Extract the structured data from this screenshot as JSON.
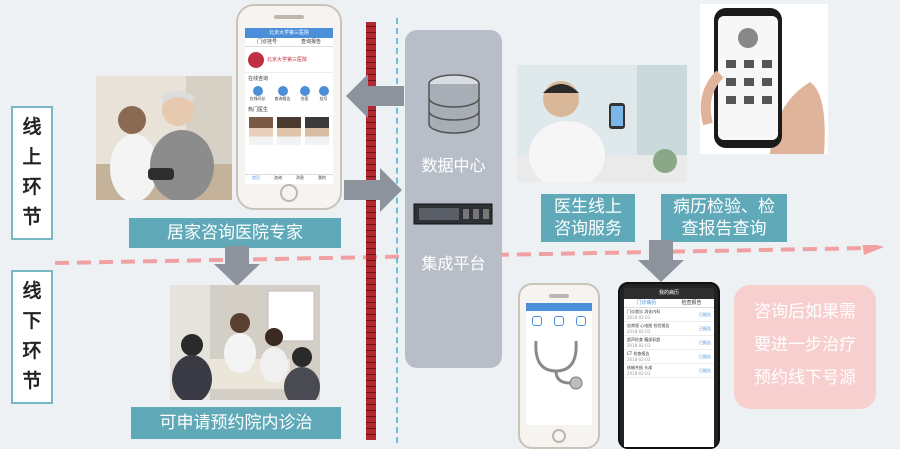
{
  "sections": {
    "online": [
      "线",
      "上",
      "环",
      "节"
    ],
    "offline": [
      "线",
      "下",
      "环",
      "节"
    ]
  },
  "labels": {
    "home_consult": "居家咨询医院专家",
    "apply_appointment": "可申请预约院内诊治",
    "doctor_online": [
      "医生线上",
      "咨询服务"
    ],
    "records": [
      "病历检验、检",
      "查报告查询"
    ],
    "followup": [
      "咨询后如果需",
      "要进一步治疗",
      "预约线下号源"
    ]
  },
  "platform": {
    "data_center": "数据中心",
    "integration": "集成平台"
  },
  "phone_app": {
    "header": "北京大学第三医院",
    "tabs": [
      "门诊挂号",
      "查询报告"
    ],
    "hospital_name": "北京大学第三医院",
    "section_online": "在线咨询",
    "icons": [
      "在线问诊",
      "查询报告",
      "名医",
      "挂号"
    ],
    "section_doctors": "热门医生",
    "nav": [
      "首页",
      "咨询",
      "消息",
      "我的"
    ]
  },
  "records_app": {
    "header": "我的病历",
    "tabs": [
      "门诊病历",
      "检查报告"
    ],
    "rows": [
      {
        "title": "门诊就诊 消化内科",
        "date": "2018-02-03",
        "action": "已报告"
      },
      {
        "title": "血常规 心电图 检验报告",
        "date": "2018-02-03",
        "action": "已报告"
      },
      {
        "title": "超声检查 腹部彩超",
        "date": "2018-02-03",
        "action": "已报告"
      },
      {
        "title": "CT 检查报告",
        "date": "2018-02-03",
        "action": "已报告"
      },
      {
        "title": "核磁共振 头部",
        "date": "2018-02-03",
        "action": "已报告"
      }
    ]
  },
  "colors": {
    "teal": "#5fa9b8",
    "pink_box": "#f7cfcf",
    "pink_text": "#ffffff",
    "divider": "#f0a0a0",
    "platform": "#b8bec8",
    "arrow": "#8d939c",
    "brick": "#b2282f",
    "accent_blue": "#4a8fd8"
  }
}
